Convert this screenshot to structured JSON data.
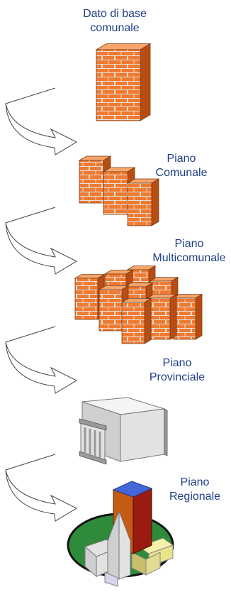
{
  "levels": [
    {
      "line1": "Dato di base",
      "line2": "comunale"
    },
    {
      "line1": "Piano",
      "line2": "Comunale"
    },
    {
      "line1": "Piano",
      "line2": "Multicomunale"
    },
    {
      "line1": "Piano",
      "line2": "Provinciale"
    },
    {
      "line1": "Piano",
      "line2": "Regionale"
    }
  ],
  "colors": {
    "label_text": "#1f3f86",
    "brick_face": "#f07a30",
    "brick_side": "#b84d14",
    "brick_top": "#f6a56b",
    "mortar": "#e8e0d8",
    "building_face": "#e2e2e2",
    "building_dark": "#9a9a9a",
    "tower_blue": "#4466d8",
    "tower_red": "#9a1c10",
    "tower_orange": "#c55a14",
    "island_green": "#2e8b3a",
    "island_rim": "#111111"
  }
}
